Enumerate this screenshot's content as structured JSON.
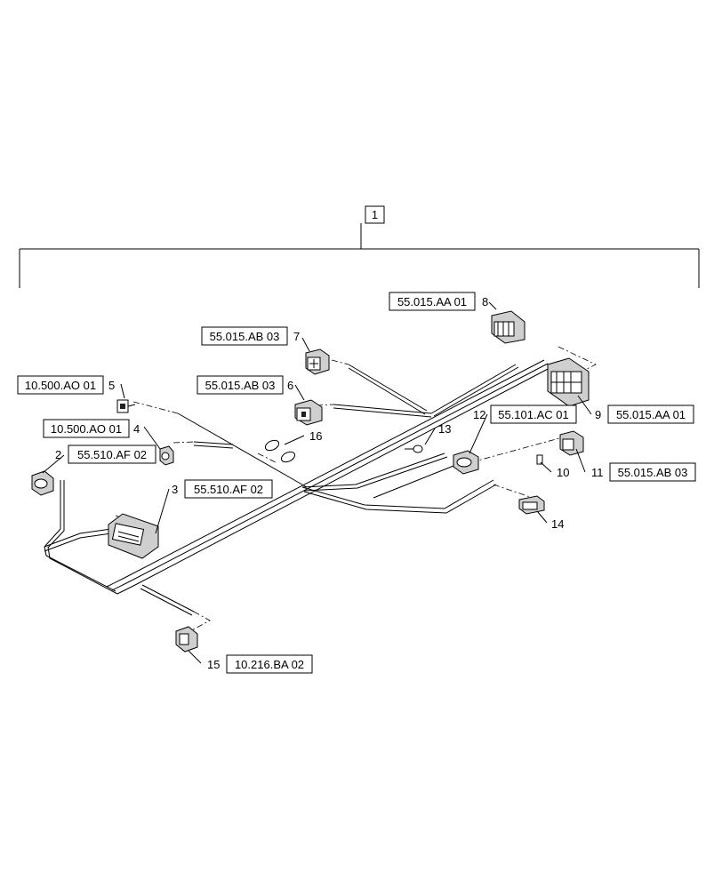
{
  "assembly": {
    "item": "1"
  },
  "callouts": [
    {
      "num": "8",
      "ref": "55.015.AA 01"
    },
    {
      "num": "7",
      "ref": "55.015.AB 03"
    },
    {
      "num": "6",
      "ref": "55.015.AB 03"
    },
    {
      "num": "5",
      "ref": "10.500.AO 01"
    },
    {
      "num": "4",
      "ref": "10.500.AO 01"
    },
    {
      "num": "2",
      "ref": "55.510.AF 02"
    },
    {
      "num": "3",
      "ref": "55.510.AF 02"
    },
    {
      "num": "16",
      "ref": ""
    },
    {
      "num": "13",
      "ref": ""
    },
    {
      "num": "12",
      "ref": "55.101.AC 01"
    },
    {
      "num": "9",
      "ref": "55.015.AA 01"
    },
    {
      "num": "10",
      "ref": ""
    },
    {
      "num": "11",
      "ref": "55.015.AB 03"
    },
    {
      "num": "14",
      "ref": ""
    },
    {
      "num": "15",
      "ref": "10.216.BA 02"
    }
  ]
}
